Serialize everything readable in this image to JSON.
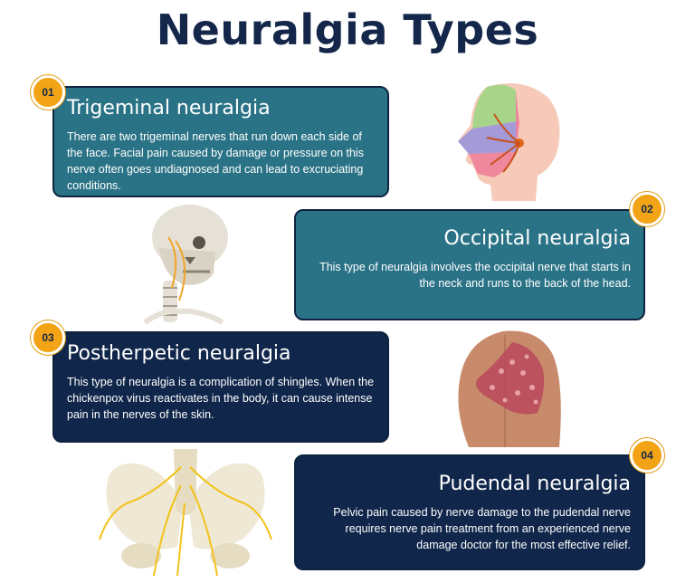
{
  "page": {
    "title": "Neuralgia Types"
  },
  "cards": [
    {
      "number": "01",
      "title": "Trigeminal neuralgia",
      "description": "There are two trigeminal nerves that run down each side of the face. Facial pain caused by damage or pressure on this nerve often goes undiagnosed and can lead to excruciating conditions."
    },
    {
      "number": "02",
      "title": "Occipital neuralgia",
      "description": "This type of neuralgia involves the occipital nerve that starts in the neck and runs to the back of the head."
    },
    {
      "number": "03",
      "title": "Postherpetic neuralgia",
      "description": "This type of neuralgia is a complication of shingles. When the chickenpox virus reactivates in the body, it can cause intense pain in the nerves of the skin."
    },
    {
      "number": "04",
      "title": "Pudendal neuralgia",
      "description": "Pelvic pain caused by nerve damage to the pudendal nerve requires nerve pain treatment from an experienced nerve damage doctor for the most effective relief."
    }
  ],
  "colors": {
    "title": "#14274a",
    "teal_card": "#2a7386",
    "navy_card": "#10264a",
    "badge": "#f2a416"
  },
  "illustrations": [
    "face-nerve-illustration",
    "skull-spine-illustration",
    "shingles-back-illustration",
    "pelvis-nerve-illustration"
  ]
}
